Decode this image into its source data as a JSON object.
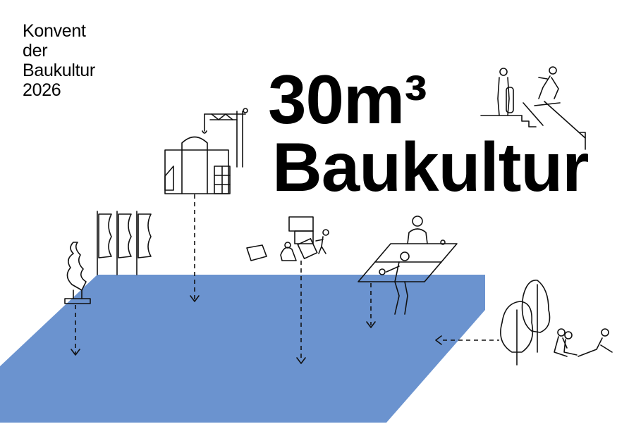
{
  "logo": {
    "line1": "Konvent",
    "line2": "der",
    "line3": "Baukultur",
    "line4": "2026"
  },
  "headline": {
    "line1": "30m³",
    "line2": "Baukultur"
  },
  "colors": {
    "plaza_blue": "#6b93cf",
    "ink": "#111111",
    "background": "#ffffff"
  },
  "illustrations": [
    "building-crane-icon",
    "sculpture-icon",
    "banners-icon",
    "stacked-boxes-people-icon",
    "ping-pong-table-icon",
    "skateboarders-stairs-icon",
    "trees-icon",
    "sitting-people-icon"
  ]
}
